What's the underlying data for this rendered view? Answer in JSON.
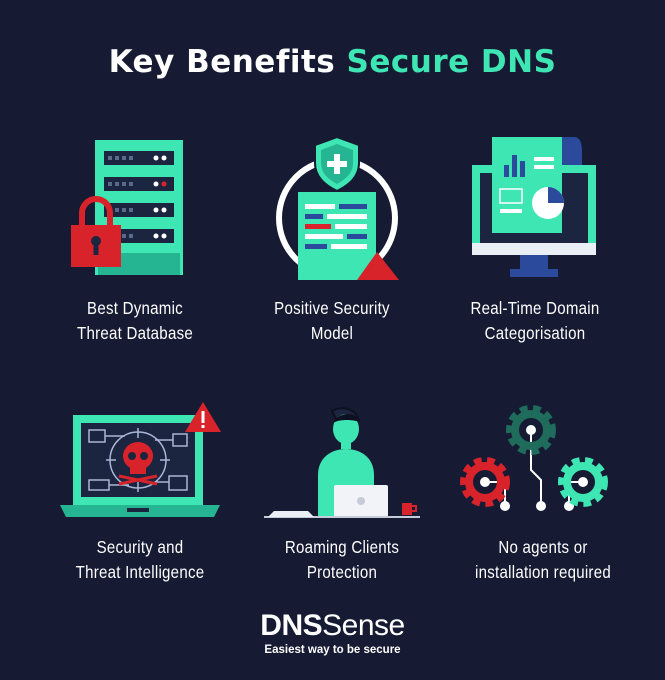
{
  "header": {
    "title_main": "Key Benefits",
    "title_accent": "Secure DNS"
  },
  "benefits": [
    {
      "icon": "server-lock-icon",
      "line1": "Best Dynamic",
      "line2": "Threat Database"
    },
    {
      "icon": "shield-document-icon",
      "line1": "Positive Security",
      "line2": "Model"
    },
    {
      "icon": "monitor-chart-icon",
      "line1": "Real-Time Domain",
      "line2": "Categorisation"
    },
    {
      "icon": "laptop-skull-icon",
      "line1": "Security and",
      "line2": "Threat Intelligence"
    },
    {
      "icon": "person-laptop-icon",
      "line1": "Roaming Clients",
      "line2": "Protection"
    },
    {
      "icon": "gears-icon",
      "line1": "No agents or",
      "line2": "installation required"
    }
  ],
  "brand": {
    "name_bold": "DNS",
    "name_light": "Sense",
    "tagline": "Easiest way to be secure"
  },
  "colors": {
    "background": "#161b33",
    "accent": "#3ee6b4",
    "alert": "#d8232a",
    "dark_teal": "#1f6b5c"
  }
}
